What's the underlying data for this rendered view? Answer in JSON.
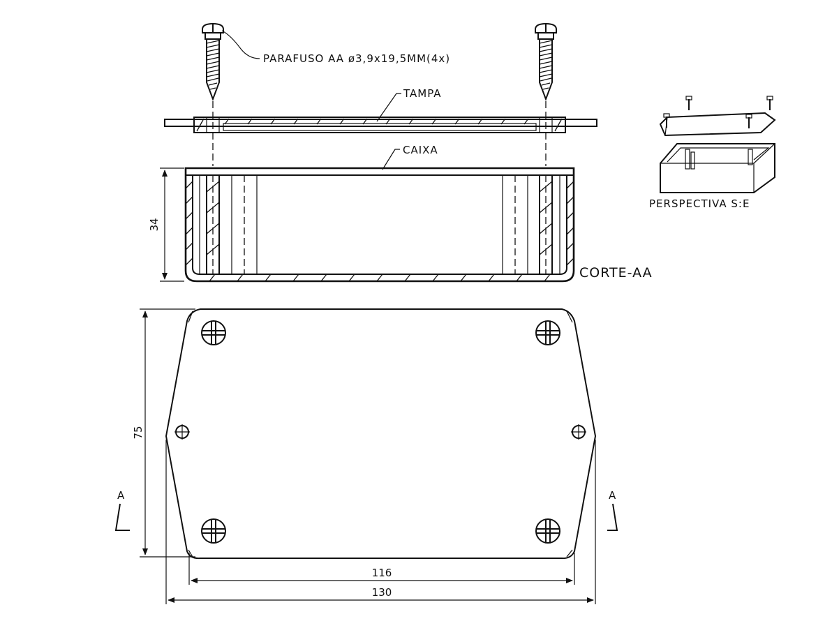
{
  "labels": {
    "screw": "PARAFUSO AA ø3,9x19,5MM(4x)",
    "lid": "TAMPA",
    "box": "CAIXA",
    "section": "CORTE-AA",
    "perspective": "PERSPECTIVA S:E",
    "section_mark_left": "A",
    "section_mark_right": "A"
  },
  "dimensions": {
    "height": "34",
    "depth": "75",
    "inner_width": "116",
    "outer_width": "130"
  }
}
